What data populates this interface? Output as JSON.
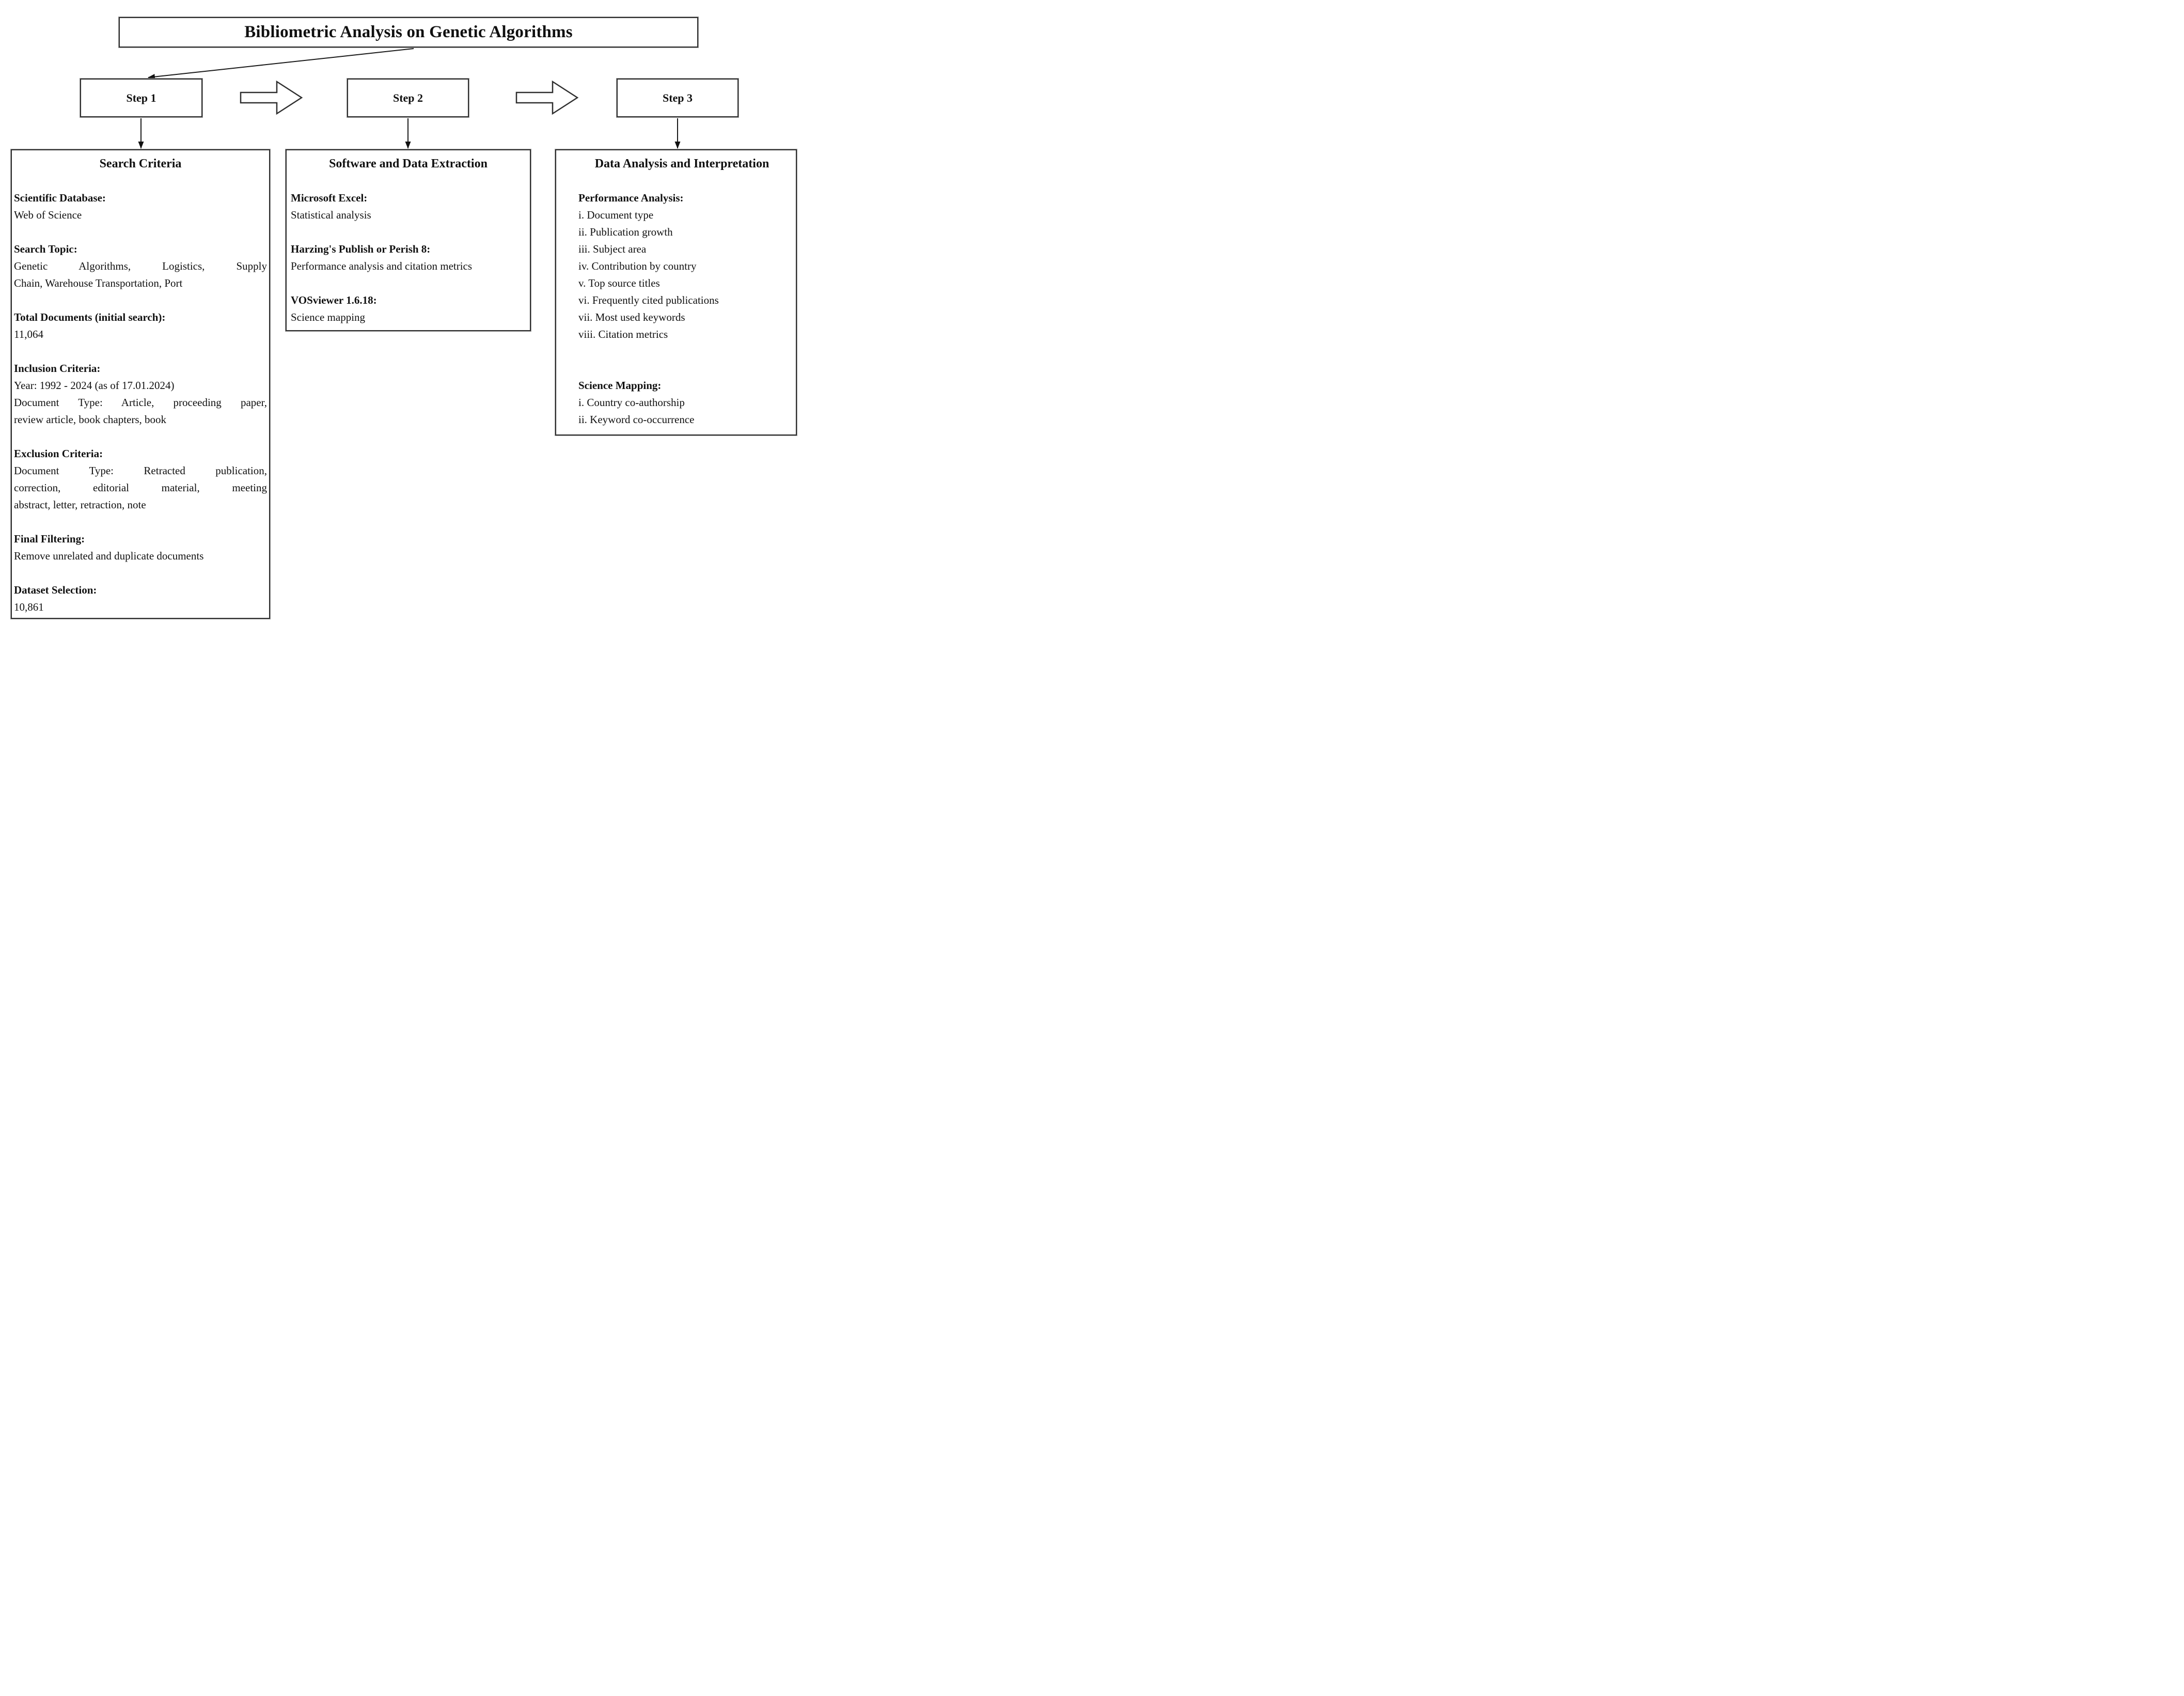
{
  "title": "Bibliometric Analysis on Genetic Algorithms",
  "colors": {
    "ink": "#101010",
    "box_border": "#2f2f2f",
    "border_shadow": "#9a9a9a",
    "background": "#ffffff"
  },
  "steps": [
    {
      "label": "Step 1"
    },
    {
      "label": "Step 2"
    },
    {
      "label": "Step 3"
    }
  ],
  "boxes": [
    {
      "heading": "Search Criteria",
      "sections": [
        {
          "label": "Scientific Database:",
          "gap": 1,
          "paras": [
            [
              "Web of Science"
            ]
          ]
        },
        {
          "label": "Search Topic:",
          "gap": 1,
          "paras": [
            [
              "Genetic Algorithms, Logistics, Supply",
              "Chain, Warehouse Transportation, Port"
            ]
          ]
        },
        {
          "label": "Total Documents (initial search):",
          "gap": 1,
          "paras": [
            [
              "11,064"
            ]
          ]
        },
        {
          "label": "Inclusion Criteria:",
          "gap": 1,
          "paras": [
            [
              "Year: 1992 - 2024 (as of 17.01.2024)"
            ],
            [
              "Document Type: Article, proceeding paper,",
              "review article, book chapters, book"
            ]
          ]
        },
        {
          "label": "Exclusion Criteria:",
          "gap": 1,
          "paras": [
            [
              "Document Type: Retracted publication,",
              "correction, editorial material, meeting",
              "abstract, letter, retraction, note"
            ]
          ]
        },
        {
          "label": "Final Filtering:",
          "gap": 1,
          "paras": [
            [
              "Remove unrelated and duplicate documents"
            ]
          ]
        },
        {
          "label": "Dataset Selection:",
          "gap": 1,
          "paras": [
            [
              "10,861"
            ]
          ]
        }
      ]
    },
    {
      "heading": "Software and Data Extraction",
      "sections": [
        {
          "label": "Microsoft Excel:",
          "gap": 1,
          "paras": [
            [
              "Statistical analysis"
            ]
          ]
        },
        {
          "label": "Harzing's Publish or Perish 8:",
          "gap": 1,
          "paras": [
            [
              "Performance analysis and citation metrics"
            ]
          ]
        },
        {
          "label": "VOSviewer 1.6.18:",
          "gap": 1,
          "paras": [
            [
              "Science mapping"
            ]
          ]
        }
      ]
    },
    {
      "heading": "Data Analysis and Interpretation",
      "sections": [
        {
          "label": "Performance Analysis:",
          "gap": 1,
          "paras": [
            [
              "i. Document type"
            ],
            [
              "ii. Publication growth"
            ],
            [
              "iii. Subject area"
            ],
            [
              "iv. Contribution by country"
            ],
            [
              "v. Top source titles"
            ],
            [
              "vi. Frequently cited publications"
            ],
            [
              "vii. Most used keywords"
            ],
            [
              "viii. Citation metrics"
            ]
          ]
        },
        {
          "label": "Science Mapping:",
          "gap": 2,
          "paras": [
            [
              "i. Country co-authorship"
            ],
            [
              "ii. Keyword co-occurrence"
            ]
          ]
        }
      ]
    }
  ]
}
